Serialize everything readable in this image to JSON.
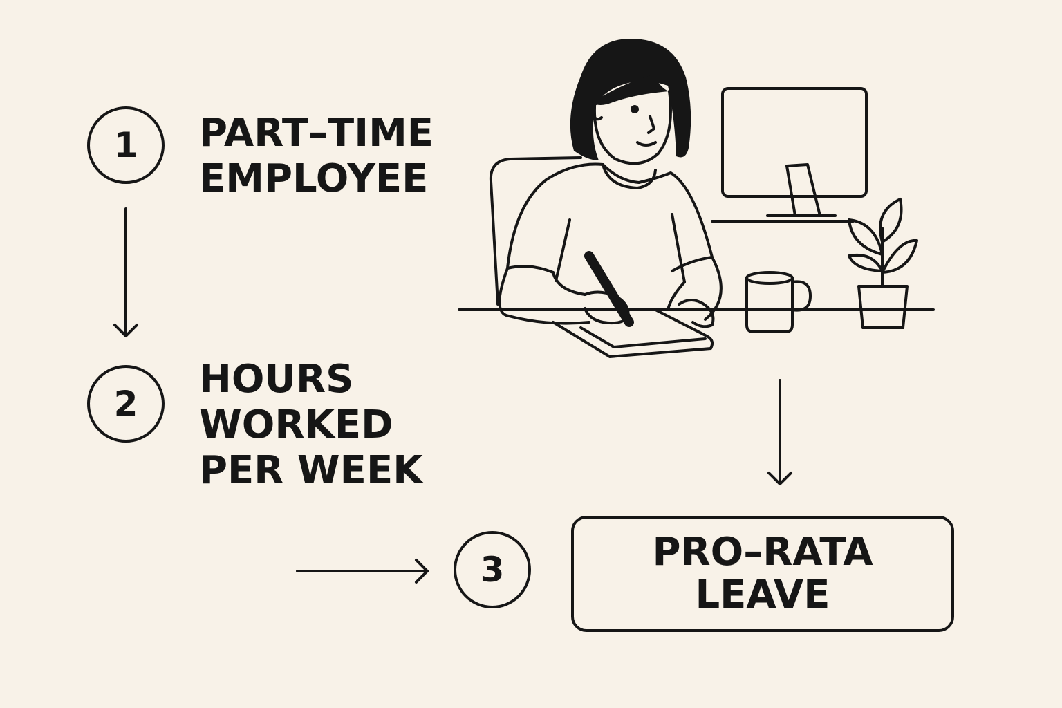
{
  "steps": [
    {
      "number": "1",
      "lines": [
        "PART–TIME",
        "EMPLOYEE"
      ]
    },
    {
      "number": "2",
      "lines": [
        "HOURS",
        "WORKED",
        "PER WEEK"
      ]
    },
    {
      "number": "3"
    }
  ],
  "result": {
    "lines": [
      "PRO–RATA",
      "LEAVE"
    ]
  },
  "illustration": {
    "subject": "woman-writing-at-desk-illustration"
  },
  "colors": {
    "background": "#f8f2e8",
    "ink": "#161616"
  }
}
